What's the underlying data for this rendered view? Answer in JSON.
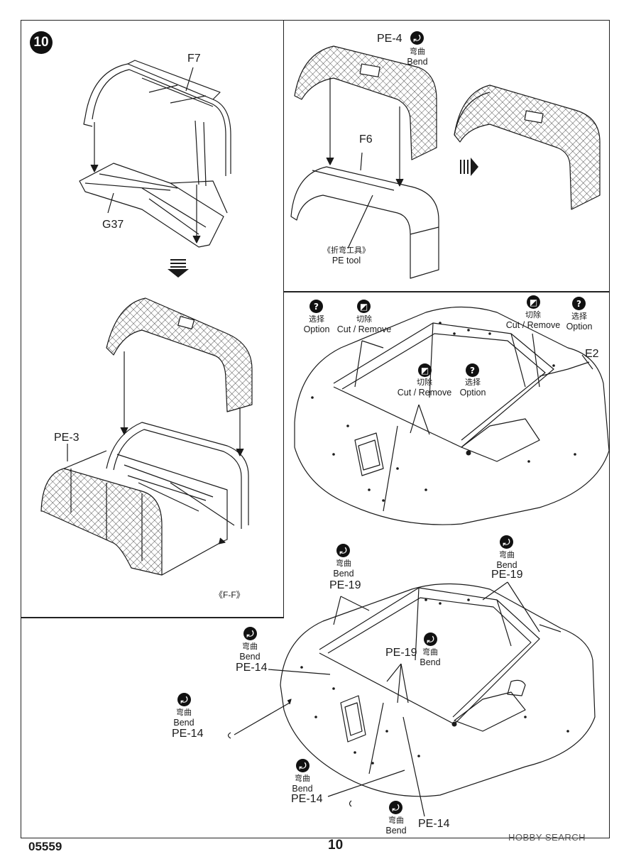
{
  "step": {
    "number": "10"
  },
  "panel_left": {
    "labels": {
      "f7": "F7",
      "g37": "G37",
      "pe3": "PE-3",
      "ff": "《F-F》"
    }
  },
  "panel_top_right": {
    "pe4": "PE-4",
    "bend_cn": "弯曲",
    "bend_en": "Bend",
    "f6": "F6",
    "tool_cn": "《折弯工具》",
    "tool_en": "PE tool"
  },
  "panel_mid_right": {
    "option_cn": "选择",
    "option_en": "Option",
    "cut_cn": "切除",
    "cut_en": "Cut / Remove",
    "e2": "E2"
  },
  "panel_bottom": {
    "bend_cn": "弯曲",
    "bend_en": "Bend",
    "pe19": "PE-19",
    "pe14": "PE-14"
  },
  "footer": {
    "code": "05559",
    "page": "10",
    "watermark": "HOBBY SEARCH"
  },
  "icons": {
    "bend": "bend-icon",
    "option": "question-icon",
    "cut": "cut-icon",
    "arrow": "step-arrow-icon"
  },
  "colors": {
    "ink": "#1a1a1a",
    "paper": "#ffffff"
  }
}
